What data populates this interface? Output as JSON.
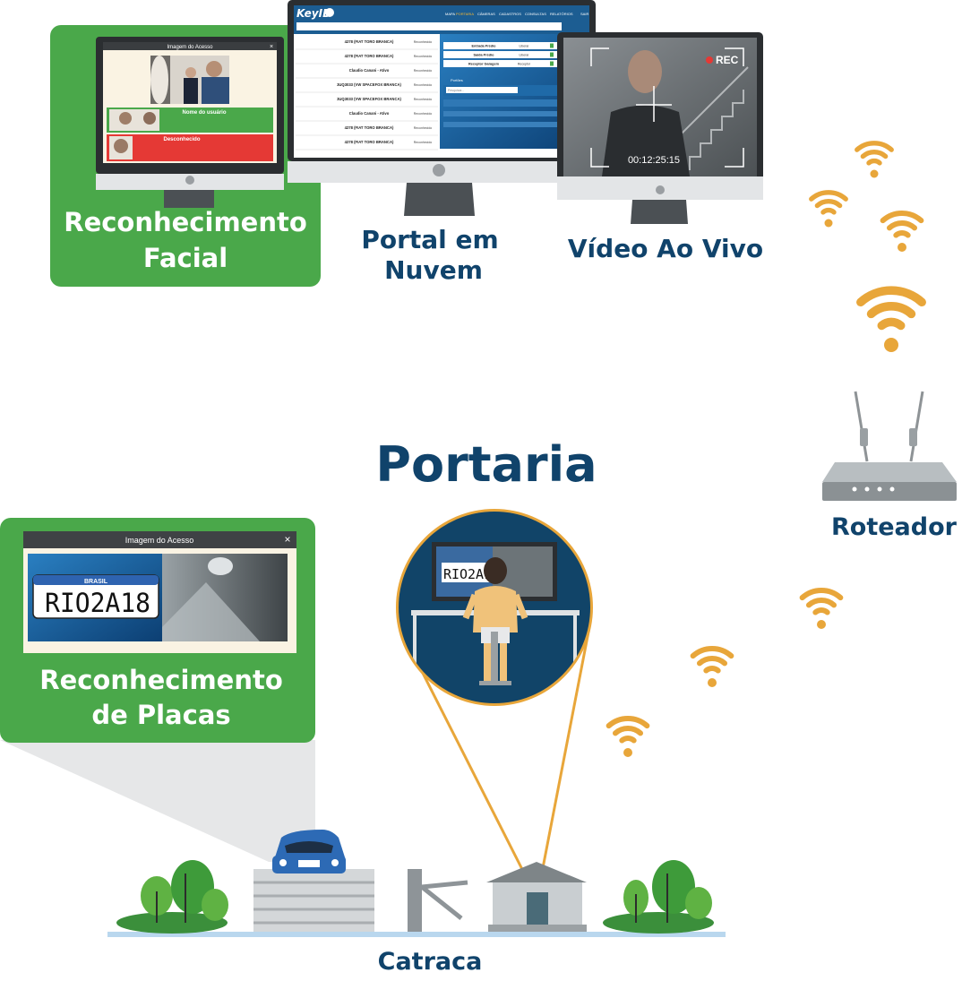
{
  "title": "Portaria",
  "colors": {
    "navy": "#10436b",
    "green": "#4aa84a",
    "orange": "#e8a63a",
    "red": "#e53935"
  },
  "facial_card": {
    "line1": "Reconhecimento",
    "line2": "Facial",
    "window_title": "Imagem do Acesso",
    "close": "×",
    "row1_name": "Nome do usuário",
    "row2_name": "Desconhecido"
  },
  "portal": {
    "line1": "Portal em",
    "line2": "Nuvem",
    "brand": "KeyID",
    "nav": [
      "MAPA",
      "PORTARIA",
      "CÂMERAS",
      "CADASTROS",
      "CONSULTAS",
      "RELATÓRIOS",
      "SAIR"
    ],
    "list": [
      {
        "title": "4278 (FIAT TORO BRANCA)",
        "status": "Reconhecido"
      },
      {
        "title": "4278 (FIAT TORO BRANCA)",
        "status": "Reconhecido"
      },
      {
        "title": "Claudio Canani - Ativo",
        "status": "Reconhecido"
      },
      {
        "title": "3UQ3033 (VW SPACEFOX BRANCA)",
        "status": "Reconhecido"
      },
      {
        "title": "3UQ3033 (VW SPACEFOX BRANCA)",
        "status": "Reconhecido"
      },
      {
        "title": "Claudio Canani - Ativo",
        "status": "Reconhecido"
      },
      {
        "title": "4278 (FIAT TORO BRANCA)",
        "status": "Reconhecido"
      },
      {
        "title": "4278 (FIAT TORO BRANCA)",
        "status": "Reconhecido"
      }
    ],
    "right_rows": [
      {
        "name": "Entrada Prédio",
        "action": "Liberar"
      },
      {
        "name": "Saída Prédio",
        "action": "Liberar"
      },
      {
        "name": "Receptor Garagem",
        "action": "Receptor"
      }
    ],
    "section_portoes": "Portões",
    "search_placeholder": "Pesquisar..."
  },
  "video": {
    "line1": "Vídeo Ao Vivo",
    "rec": "REC",
    "timestamp": "00:12:25:15"
  },
  "router_label": "Roteador",
  "plates_card": {
    "line1": "Reconhecimento",
    "line2": "de Placas",
    "window_title": "Imagem do Acesso",
    "close": "×",
    "country": "BRASIL",
    "plate": "RIO2A18",
    "plate_zoom": "RIO2A1"
  },
  "catraca_label": "Catraca"
}
